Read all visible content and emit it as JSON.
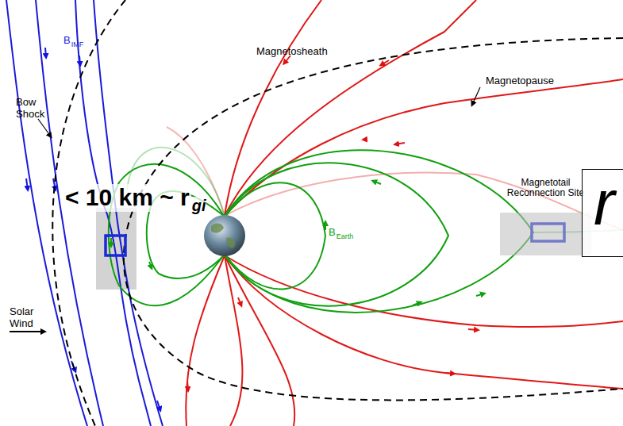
{
  "diagram": {
    "nodes": [
      {
        "text": [
          "Magnetotail Reconnection Site"
        ]
      },
      {
        "text": [
          "r"
        ]
      }
    ],
    "labels": [
      "B",
      "IMF",
      "Magnetosheath",
      "Magnetopause",
      "Bow Shock",
      "< 10 km ~ r",
      "gi",
      "B",
      "Earth",
      "Solar Wind"
    ]
  }
}
